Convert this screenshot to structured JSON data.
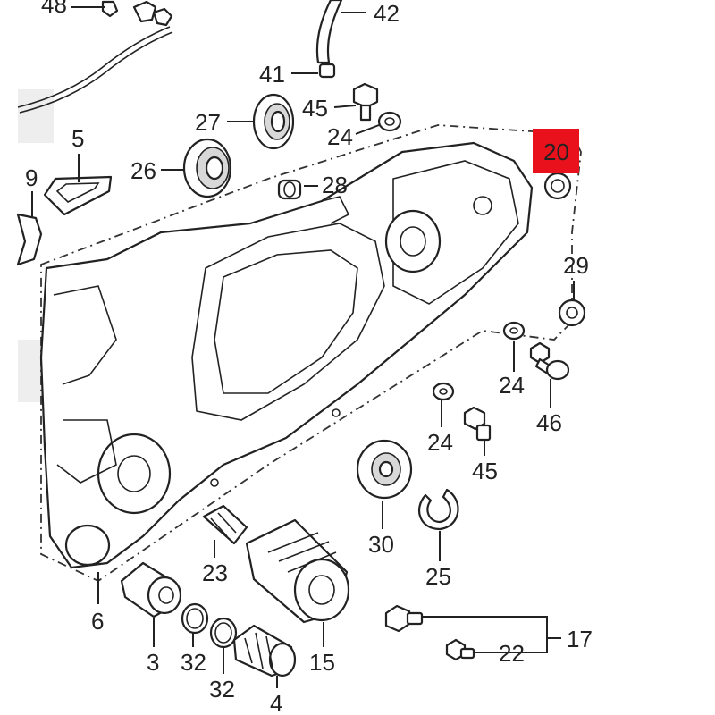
{
  "highlight_color": "#e8111c",
  "callouts": {
    "c48": "48",
    "c42": "42",
    "c41": "41",
    "c45a": "45",
    "c27": "27",
    "c24a": "24",
    "c5": "5",
    "c26": "26",
    "c28": "28",
    "c20": "20",
    "c9": "9",
    "c29": "29",
    "c24b": "24",
    "c46": "46",
    "c24c": "24",
    "c45b": "45",
    "c30": "30",
    "c25": "25",
    "c23": "23",
    "c6": "6",
    "c15": "15",
    "c3": "3",
    "c32a": "32",
    "c32b": "32",
    "c4": "4",
    "c17": "17",
    "c22": "22"
  }
}
